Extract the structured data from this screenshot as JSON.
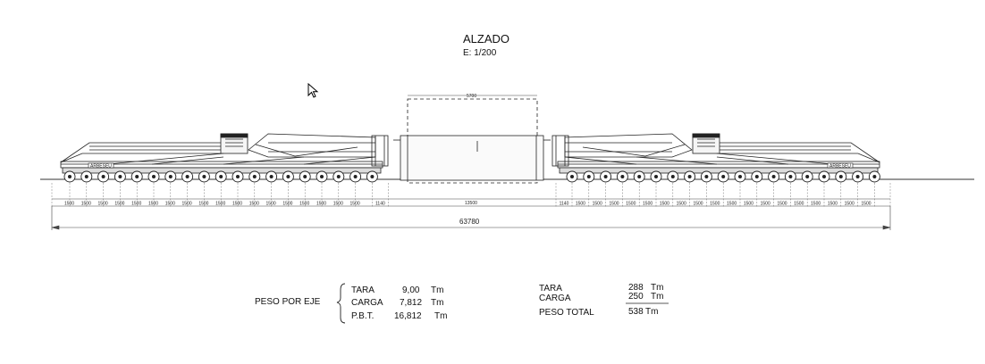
{
  "header": {
    "title": "ALZADO",
    "scale": "E: 1/200"
  },
  "drawing": {
    "load_width_label": "5700",
    "segment_label": "1500",
    "end_segment_label": "1140",
    "center_segment_label": "13500",
    "total_length_label": "63780",
    "marker_left": "ARBESEU",
    "marker_right": "ARBESEU"
  },
  "axle_weights": {
    "label": "PESO POR EJE",
    "rows": [
      {
        "name": "TARA",
        "value": "9,00",
        "unit": "Tm"
      },
      {
        "name": "CARGA",
        "value": "7,812",
        "unit": "Tm"
      },
      {
        "name": "P.B.T.",
        "value": "16,812",
        "unit": "Tm"
      }
    ]
  },
  "totals": {
    "rows": [
      {
        "name": "TARA",
        "value": "288",
        "unit": "Tm"
      },
      {
        "name": "CARGA",
        "value": "250",
        "unit": "Tm"
      },
      {
        "name": "PESO TOTAL",
        "value": "538",
        "unit": "Tm"
      }
    ]
  }
}
